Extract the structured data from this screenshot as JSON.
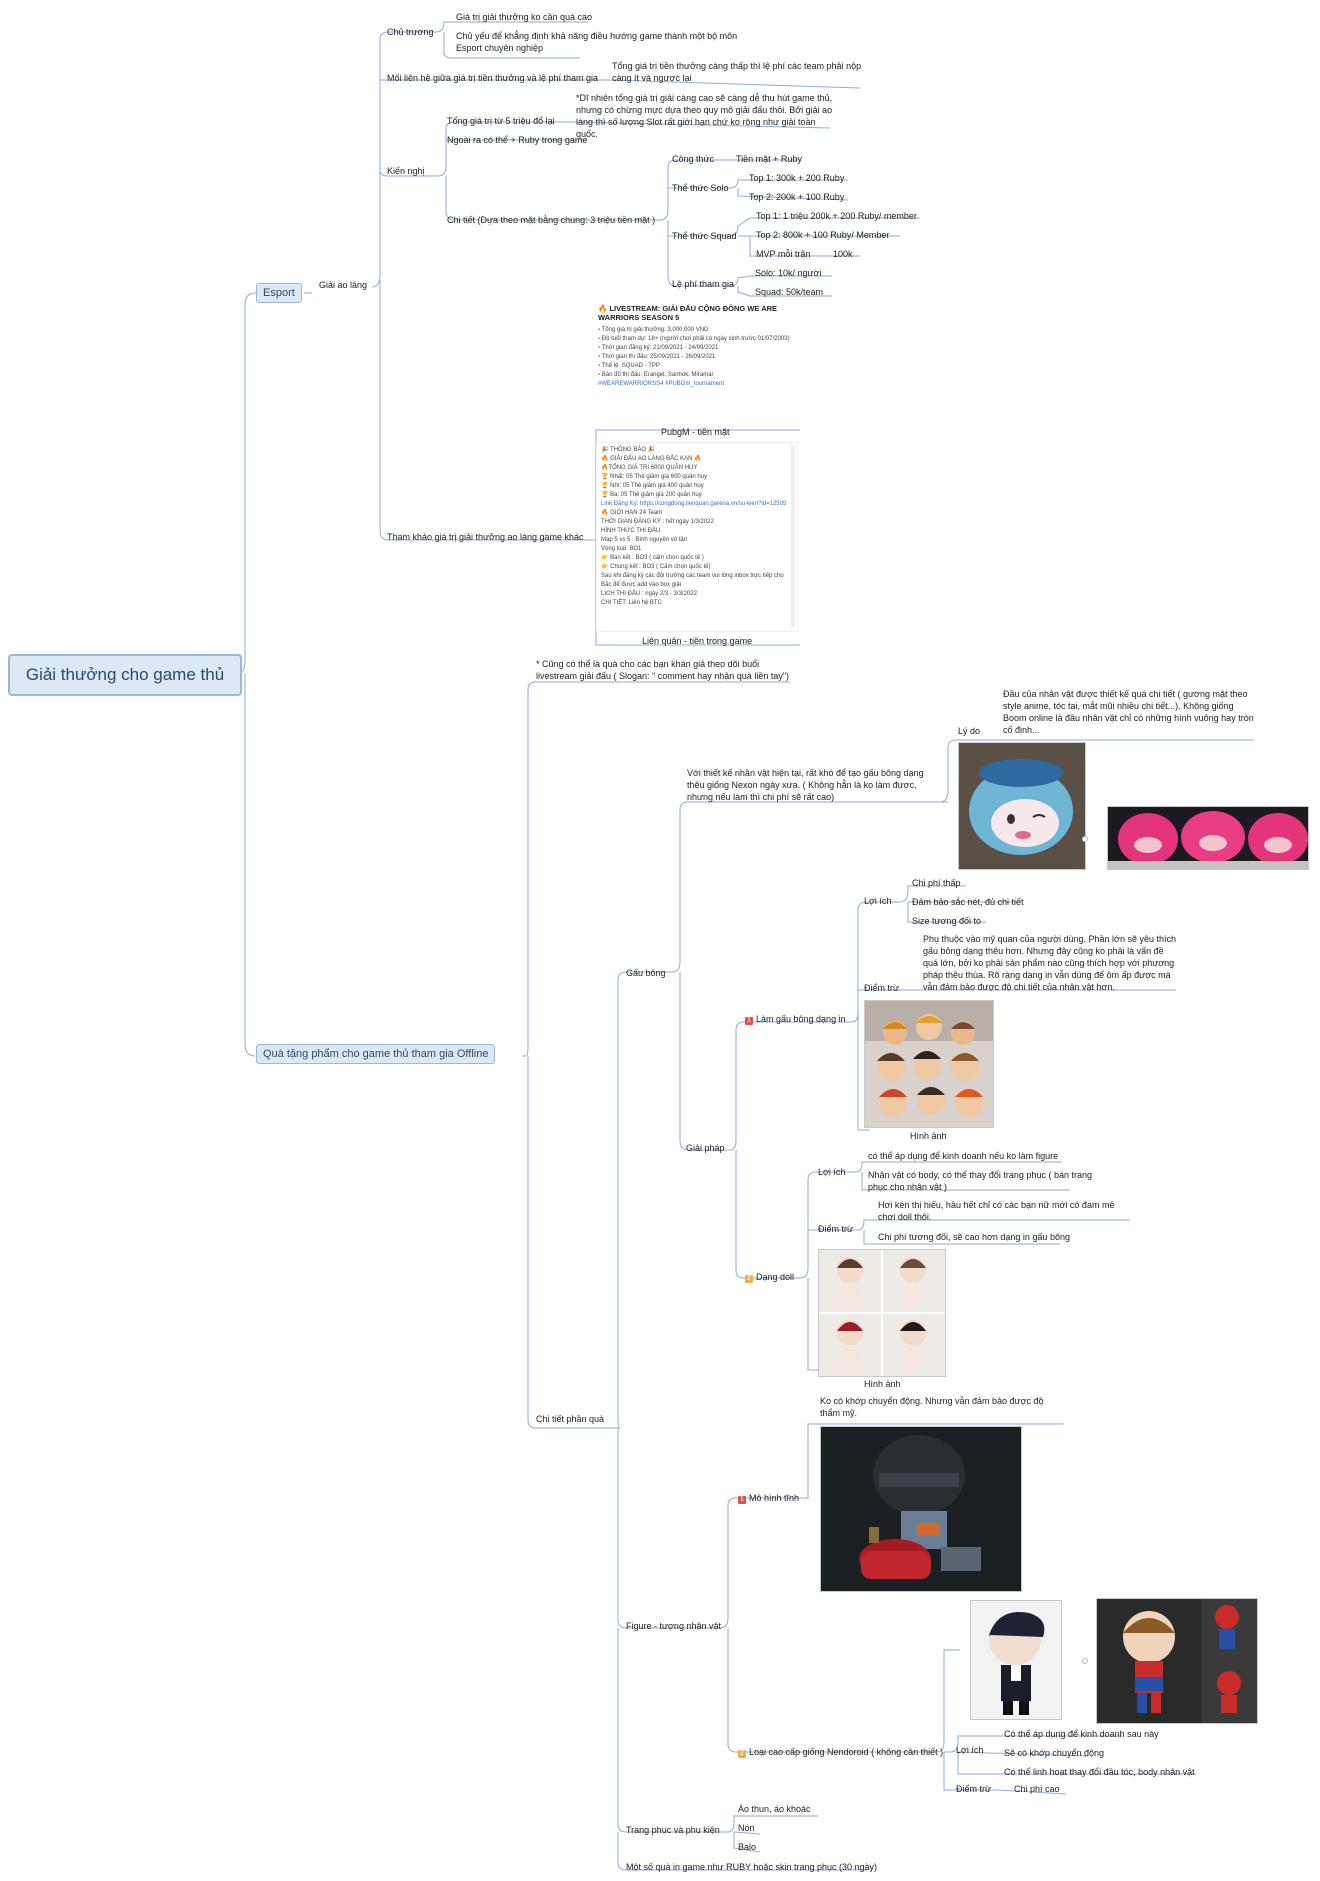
{
  "root": "Giải thưởng cho game thủ",
  "esport": {
    "label": "Esport",
    "giai_ao_lang": "Giải ao làng",
    "chu_truong": {
      "label": "Chủ trương",
      "items": [
        "Giá trị giải thưởng ko cần quá cao",
        "Chủ yếu để khẳng định khả năng điều hướng game thành một bộ môn Esport chuyên nghiệp"
      ]
    },
    "moi_lien_he": {
      "label": "Mối liên hệ giữa giá trị tiền thưởng và lệ phí tham gia",
      "note": "Tổng giá trị tiền thưởng càng thấp thì lệ phí các team phải nộp càng ít và ngược lại"
    },
    "kien_nghi": {
      "label": "Kiến nghị",
      "tong_gia_tri": "Tổng giá trị từ 5 triệu đổ lại",
      "tong_gia_tri_note": "*Dĩ nhiên tổng giá trị giải càng cao sẽ càng dễ thu hút game thủ, nhưng có chừng mực dựa theo quy mô giải đấu thôi. Bởi giải ao làng thì số lượng Slot rất giới hạn chứ ko rộng như giải toàn quốc.",
      "ngoai_ra": "Ngoài ra có thể + Ruby trong game",
      "chi_tiet": "Chi tiết (Dựa theo mặt bằng chung: 3 triệu tiền mặt )",
      "cong_thuc": "Công thức",
      "cong_thuc_val": "Tiền mặt + Ruby",
      "solo": "Thể thức Solo",
      "solo_items": [
        "Top 1: 300k + 200 Ruby",
        "Top 2: 200k + 100 Ruby"
      ],
      "squad": "Thể thức Squad",
      "squad_items": [
        "Top 1: 1 triệu 200k + 200 Ruby/ member",
        "Top 2: 800k + 100 Ruby/ Member"
      ],
      "mvp": "MVP mỗi trận",
      "mvp_val": "100k",
      "le_phi": "Lệ phí tham gia",
      "le_phi_items": [
        "Solo: 10k/ người",
        "Squad: 50k/team"
      ]
    },
    "tham_khao": {
      "label": "Tham khảo giá trị giải thưởng ao làng game khác",
      "pubg_title": "PubgM - tiền mặt",
      "lq_title": "Liên quân - tiền trong game",
      "ww_card": {
        "title": "🔥 LIVESTREAM: GIẢI ĐẤU CỘNG ĐỒNG WE ARE WARRIORS SEASON 5",
        "rows": [
          "Tổng giá trị giải thưởng: 3,000,000 VND",
          "Độ tuổi tham dự: 18+ (người chơi phải có ngày sinh trước 01/07/2003)",
          "Thời gian đăng ký: 21/09/2021 - 24/09/2021",
          "Thời gian thi đấu: 25/09/2021 - 26/09/2021",
          "Thể lệ: SQUAD - TPP",
          "Bản đồ thi đấu: Erangel, Sanhok, Miramar"
        ],
        "tags": "#WEAREWARRIORSS4 #PUBGm_tournament"
      },
      "lq_card": {
        "rows": [
          "🎉 THÔNG BÁO 🎉",
          "🔥 GIẢI ĐẤU AO LÀNG BẮC KẠN 🔥",
          "🔥TỔNG GIÁ TRỊ 6000 QUÂN HUY",
          "🏆 Nhất: 05 Thẻ giảm giá 600 quân huy",
          "🏆 Nhì: 05 Thẻ giảm giá 400 quân huy",
          "🏆 Ba: 05 Thẻ giảm giá 200 quân huy",
          "Link Đăng Ký: https://congdong.lienquan.garena.vn/su-kien?id=12505",
          "🔥 GIỚI HẠN 24 Team",
          "THỜI GIAN ĐĂNG KÝ : hết ngày 1/3/2022",
          "HÌNH THỨC THI ĐẤU",
          "Map 5 vs 5 : Bình nguyên vô tận",
          "Vòng loại: BO1",
          "👉 Bán kết : BO3 ( cấm chọn quốc tế )",
          "👉 Chung kết : BO3 ( Cấm chọn quốc tế)",
          "Sau khi đăng ký các đội trưởng các team vui lòng inbox trực tiếp cho Bắc để được add vào box giải",
          "LỊCH THI ĐẤU : ngày 2/3 - 3/3/2022",
          "CHI TIẾT: Liên hệ BTC"
        ]
      }
    }
  },
  "offline": {
    "label": "Quà tặng phẩm cho game thủ tham gia Offline",
    "note": "* Cũng có thể là quà cho các bạn khán giả theo dõi buổi livestream giải đấu ( Slogan: \" comment hay nhận quà liền tay\")",
    "chi_tiet": "Chi tiết phần quà",
    "gau_bong": {
      "label": "Gấu bông",
      "intro": "Với thiết kế nhân vật hiện tại, rất khó để tạo gấu bông dạng thêu giống Nexon ngày xưa. ( Không hẳn là ko làm được, nhưng nếu làm thì chi phí sẽ rất cao)",
      "ly_do": "Lý do",
      "ly_do_text": "Đầu của nhân vật được thiết kế quá chi tiết ( gương mặt theo style anime, tóc tai, mắt mũi nhiều chi tiết...). Không giống Boom online là đầu nhân vật chỉ có những hình vuông hay tròn cố định...",
      "giai_phap": "Giải pháp",
      "option1": {
        "num": "1",
        "label": "Làm gấu bông dạng in",
        "loi_ich": "Lợi ích",
        "loi_ich_items": [
          "Chi phí thấp",
          "Đảm bảo sắc nét, đủ chi tiết",
          "Size tương đối to"
        ],
        "diem_tru": "Điểm trừ",
        "diem_tru_text": "Phụ thuộc vào mỹ quan của người dùng. Phần lớn sẽ yêu thích gấu bông dạng thêu hơn. Nhưng đây cũng ko phải là vấn đề quá lớn, bởi ko phải sản phẩm nào cũng thích hợp với phương pháp thêu thùa.  Rõ ràng dạng in vẫn dùng để ôm ấp được mà vẫn đảm bảo được độ chi tiết của nhân vật hơn.",
        "hinh_anh": "Hình ảnh"
      },
      "option2": {
        "num": "2",
        "label": "Dạng doll",
        "loi_ich": "Lợi ích",
        "loi_ich_items": [
          "có thể áp dụng để kinh doanh nếu ko làm figure",
          "Nhân vật có body, có thể thay đổi trang phục ( bán trang phục cho nhân vật )"
        ],
        "diem_tru": "Điểm trừ",
        "diem_tru_items": [
          "Hơi kén thị hiếu, hầu hết chỉ có các bạn nữ mới có đam mê chơi doll thôi.",
          "Chi phí tương đối, sẽ cao hơn dạng in gấu bông"
        ],
        "hinh_anh": "Hình ảnh"
      }
    },
    "figure": {
      "label": "Figure - tượng nhân vật",
      "option1": {
        "num": "1",
        "label": "Mô hình tĩnh",
        "note": "Ko có khớp chuyển động. Nhưng vẫn đảm bảo được độ thẩm mỹ."
      },
      "option2": {
        "num": "2",
        "label": "Loại cao cấp giống Nendoroid ( không cần thiết )",
        "loi_ich": "Lợi ích",
        "loi_ich_items": [
          "Có thể áp dụng để kinh doanh sau này",
          "Sẽ có khớp chuyển động",
          "Có thể linh hoạt thay đổi đầu tóc, body nhân vật"
        ],
        "diem_tru": "Điểm trừ",
        "diem_tru_val": "Chi phí cao"
      }
    },
    "trang_phuc": {
      "label": "Trang phục và phụ kiện",
      "items": [
        "Áo thun, áo khoác",
        "Nón",
        "Balo"
      ]
    },
    "ingame": "Một số quà in game như RUBY hoặc skin trang phục (30 ngày)"
  },
  "colors": {
    "line": "#8eaed2",
    "node_fill": "#dce8f5",
    "node_border": "#9cb7d6",
    "badge_red": "#d9534f",
    "badge_yellow": "#f0ad4e"
  }
}
